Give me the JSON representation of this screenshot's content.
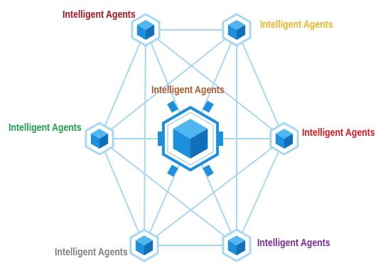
{
  "diagram": {
    "center": {
      "label": "Intelligent Agents",
      "color": "#b0582a"
    },
    "agents": [
      {
        "id": "top-left",
        "label": "Intelligent Agents",
        "color": "#a8131b"
      },
      {
        "id": "top-right",
        "label": "Intelligent Agents",
        "color": "#f0b323"
      },
      {
        "id": "left",
        "label": "Intelligent Agents",
        "color": "#1e9e48"
      },
      {
        "id": "right",
        "label": "Intelligent Agents",
        "color": "#e0141e"
      },
      {
        "id": "bottom-left",
        "label": "Intelligent Agents",
        "color": "#7f7f7f"
      },
      {
        "id": "bottom-right",
        "label": "Intelligent Agents",
        "color": "#7a2a97"
      }
    ],
    "icon": "cube-in-hexagon-icon",
    "colors": {
      "line": "#a9d7f2",
      "hex_border": "#a9d7f2",
      "cube_light": "#4fb6f0",
      "cube_mid": "#1e8fdc",
      "cube_dark": "#0f6fb8"
    }
  }
}
